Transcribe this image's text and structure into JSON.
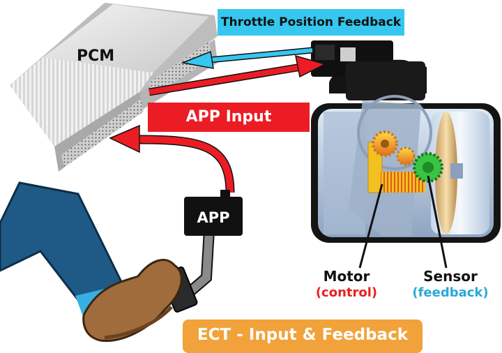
{
  "labels": {
    "pcm": "PCM",
    "tps_feedback": "Throttle Position Feedback",
    "app_input": "APP Input",
    "app": "APP",
    "motor": "Motor",
    "motor_role": "(control)",
    "sensor": "Sensor",
    "sensor_role": "(feedback)"
  },
  "banner": {
    "title": "ECT - Input & Feedback"
  },
  "colors": {
    "feedback_arrow": "#35c7ef",
    "input_arrow": "#ec1c24",
    "banner": "#f2a23a",
    "control_text": "#e8201f",
    "feedback_text": "#2aa8d8"
  }
}
